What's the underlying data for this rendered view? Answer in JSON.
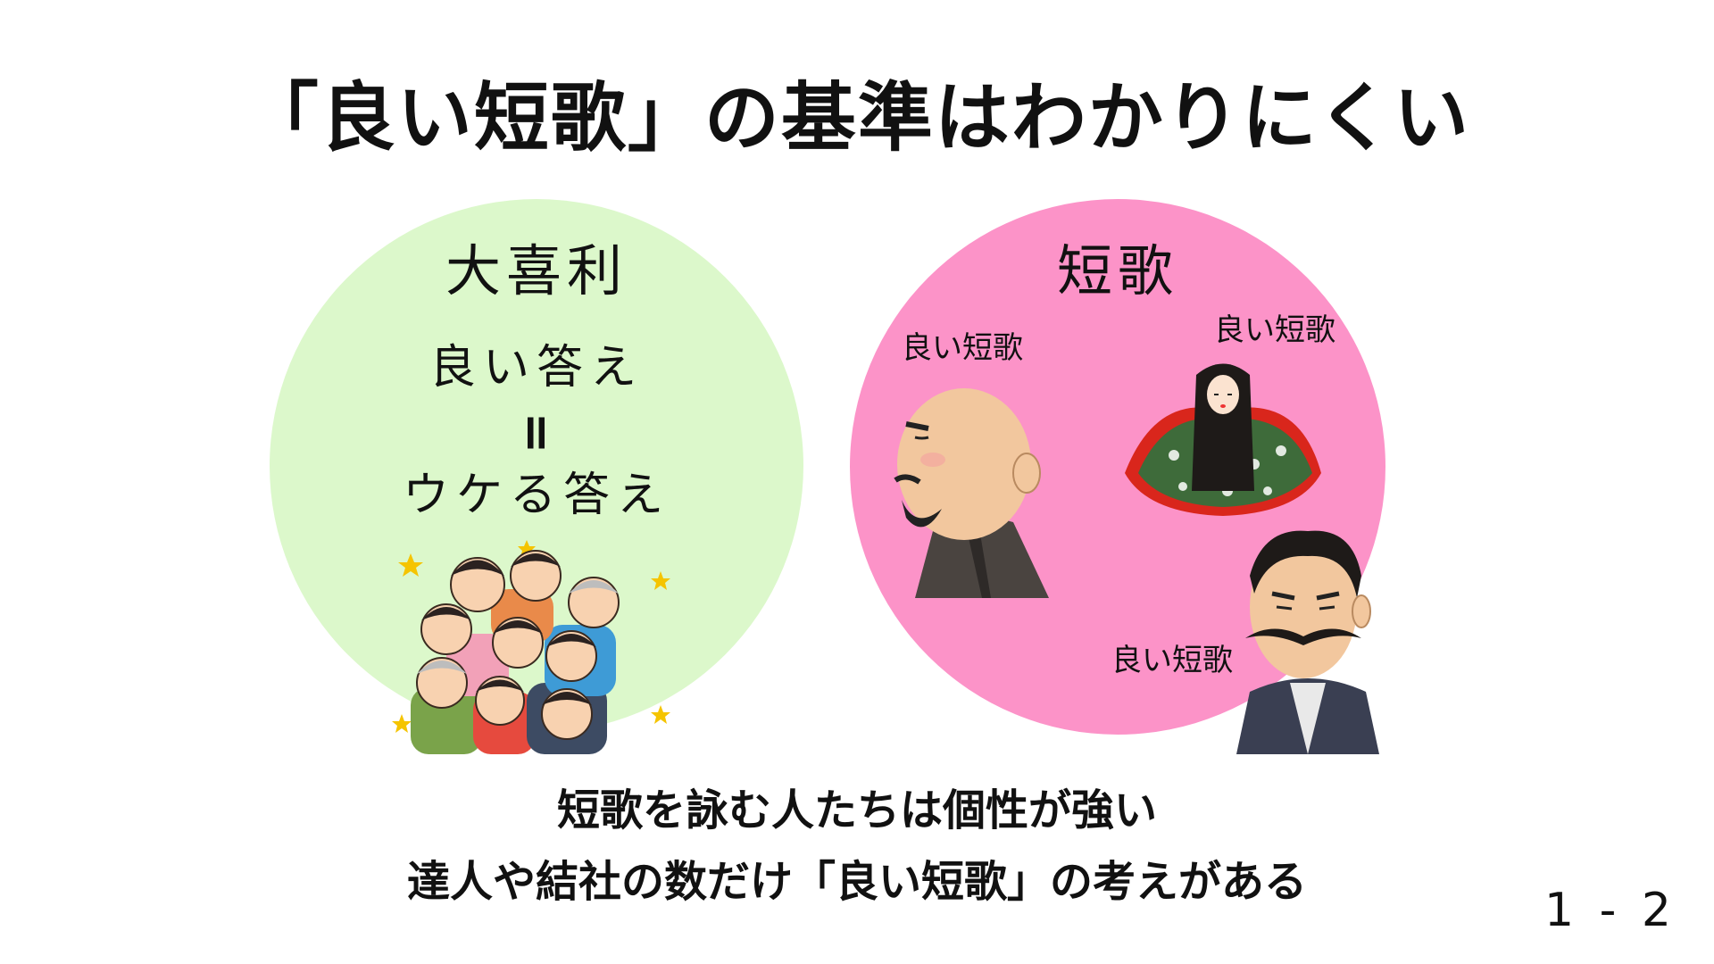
{
  "slide": {
    "title": "「良い短歌」の基準はわかりにくい",
    "left_circle": {
      "title": "大喜利",
      "line1": "良い答え",
      "equals": "=",
      "line2": "ウケる答え",
      "illustration": "cheering-crowd-icon"
    },
    "right_circle": {
      "title": "短歌",
      "label_monk": "良い短歌",
      "label_court_lady": "良い短歌",
      "label_mustache_man": "良い短歌",
      "illustrations": [
        "bald-monk-icon",
        "court-lady-icon",
        "mustache-man-icon"
      ]
    },
    "subtitle_line1": "短歌を詠む人たちは個性が強い",
    "subtitle_line2": "達人や結社の数だけ「良い短歌」の考えがある",
    "page_number": "1 - 2",
    "colors": {
      "left_circle": "#dcf8cb",
      "right_circle": "#fc93c8",
      "text": "#111111"
    }
  }
}
